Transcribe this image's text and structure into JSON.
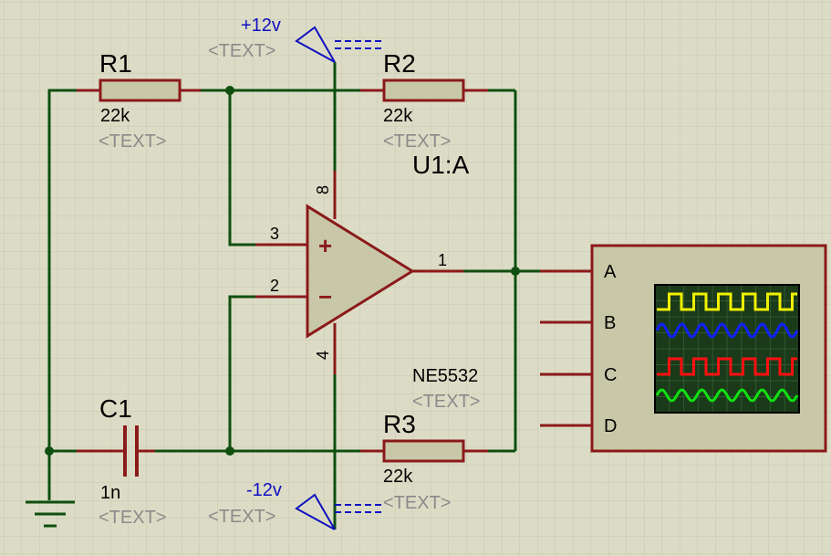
{
  "colors": {
    "background": "#dcdcc6",
    "grid": "#c8c8b0",
    "wire": "#0f4f0f",
    "pin": "#8b1a1a",
    "body": "#c8c8a8",
    "label": "#000000",
    "placeholder": "#8a8a8a",
    "power": "#1010c0",
    "scope_screen": "#1a3a1a",
    "trace_a": "#f0f000",
    "trace_b": "#1020ff",
    "trace_c": "#ff1010",
    "trace_d": "#10e010"
  },
  "components": {
    "r1": {
      "ref": "R1",
      "value": "22k",
      "text": "<TEXT>"
    },
    "r2": {
      "ref": "R2",
      "value": "22k",
      "text": "<TEXT>"
    },
    "r3": {
      "ref": "R3",
      "value": "22k",
      "text": "<TEXT>"
    },
    "c1": {
      "ref": "C1",
      "value": "1n",
      "text": "<TEXT>"
    },
    "u1": {
      "ref": "U1:A",
      "part": "NE5532",
      "text": "<TEXT>",
      "pins": {
        "vplus": "8",
        "noninv": "3",
        "inv": "2",
        "out": "1",
        "vminus": "4"
      },
      "plus_sign": "+",
      "minus_sign": "−"
    },
    "vpos": {
      "label": "+12v",
      "text": "<TEXT>"
    },
    "vneg": {
      "label": "-12v",
      "text": "<TEXT>"
    },
    "scope": {
      "channels": [
        "A",
        "B",
        "C",
        "D"
      ]
    }
  }
}
